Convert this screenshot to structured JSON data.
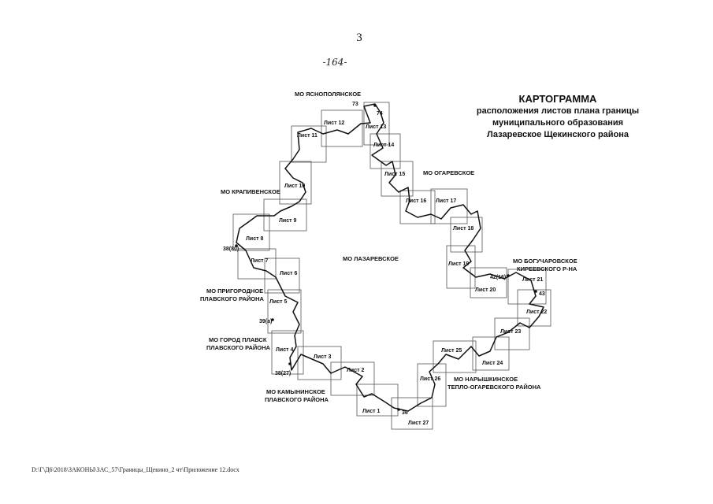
{
  "page_number": "3",
  "handwritten_note": "-164-",
  "title": {
    "line1": "КАРТОГРАММА",
    "line2": "расположения листов плана границы",
    "line3": "муниципального образования",
    "line4": "Лазаревское  Щекинского района"
  },
  "center_label": "МО ЛАЗАРЕВСКОЕ",
  "neighbors": {
    "yasnopolyanskoe": "МО ЯСНОПОЛЯНСКОЕ",
    "ogarevskoe": "МО ОГАРЕВСКОЕ",
    "krapivenskoe": "МО КРАПИВЕНСКОЕ",
    "prigorodnoe_1": "МО ПРИГОРОДНОЕ",
    "prigorodnoe_2": "ПЛАВСКОГО РАЙОНА",
    "plavsk_1": "МО ГОРОД ПЛАВСК",
    "plavsk_2": "ПЛАВСКОГО РАЙОНА",
    "kamyninskoe_1": "МО КАМЫНИНСКОЕ",
    "kamyninskoe_2": "ПЛАВСКОГО РАЙОНА",
    "bogucharovskoe_1": "МО БОГУЧАРОВСКОЕ",
    "bogucharovskoe_2": "КИРЕЕВСКОГО Р-НА",
    "naryshkinskoe_1": "МО НАРЫШКИНСКОЕ",
    "naryshkinskoe_2": "ТЕПЛО-ОГАРЕВСКОГО РАЙОНА"
  },
  "sheets": [
    {
      "id": "s1",
      "label": "Лист 1"
    },
    {
      "id": "s2",
      "label": "Лист 2"
    },
    {
      "id": "s3",
      "label": "Лист 3"
    },
    {
      "id": "s4",
      "label": "Лист 4"
    },
    {
      "id": "s5",
      "label": "Лист 5"
    },
    {
      "id": "s6",
      "label": "Лист 6"
    },
    {
      "id": "s7",
      "label": "Лист 7"
    },
    {
      "id": "s8",
      "label": "Лист 8"
    },
    {
      "id": "s9",
      "label": "Лист 9"
    },
    {
      "id": "s10",
      "label": "Лист 10"
    },
    {
      "id": "s11",
      "label": "Лист 11"
    },
    {
      "id": "s12",
      "label": "Лист 12"
    },
    {
      "id": "s13",
      "label": "Лист 13"
    },
    {
      "id": "s14",
      "label": "Лист 14"
    },
    {
      "id": "s15",
      "label": "Лист 15"
    },
    {
      "id": "s16",
      "label": "Лист 16"
    },
    {
      "id": "s17",
      "label": "Лист 17"
    },
    {
      "id": "s18",
      "label": "Лист 18"
    },
    {
      "id": "s19",
      "label": "Лист 19"
    },
    {
      "id": "s20",
      "label": "Лист 20"
    },
    {
      "id": "s21",
      "label": "Лист 21"
    },
    {
      "id": "s22",
      "label": "Лист 22"
    },
    {
      "id": "s23",
      "label": "Лист 23"
    },
    {
      "id": "s24",
      "label": "Лист 24"
    },
    {
      "id": "s25",
      "label": "Лист 25"
    },
    {
      "id": "s26",
      "label": "Лист 26"
    },
    {
      "id": "s27",
      "label": "Лист 27"
    }
  ],
  "point_labels": {
    "p73": "73",
    "p74": "74",
    "p38_80": "38(80)",
    "p39a": "39(a)",
    "p38_27": "38(27)",
    "p36": "36",
    "p42_16": "42(16)",
    "p43": "43"
  },
  "footer_path": "D:\\Г\\Д6\\2018\\ЗАКОНЫ\\ЗАС_57\\Границы_Щекино_2 чт\\Приложение 12.docx"
}
